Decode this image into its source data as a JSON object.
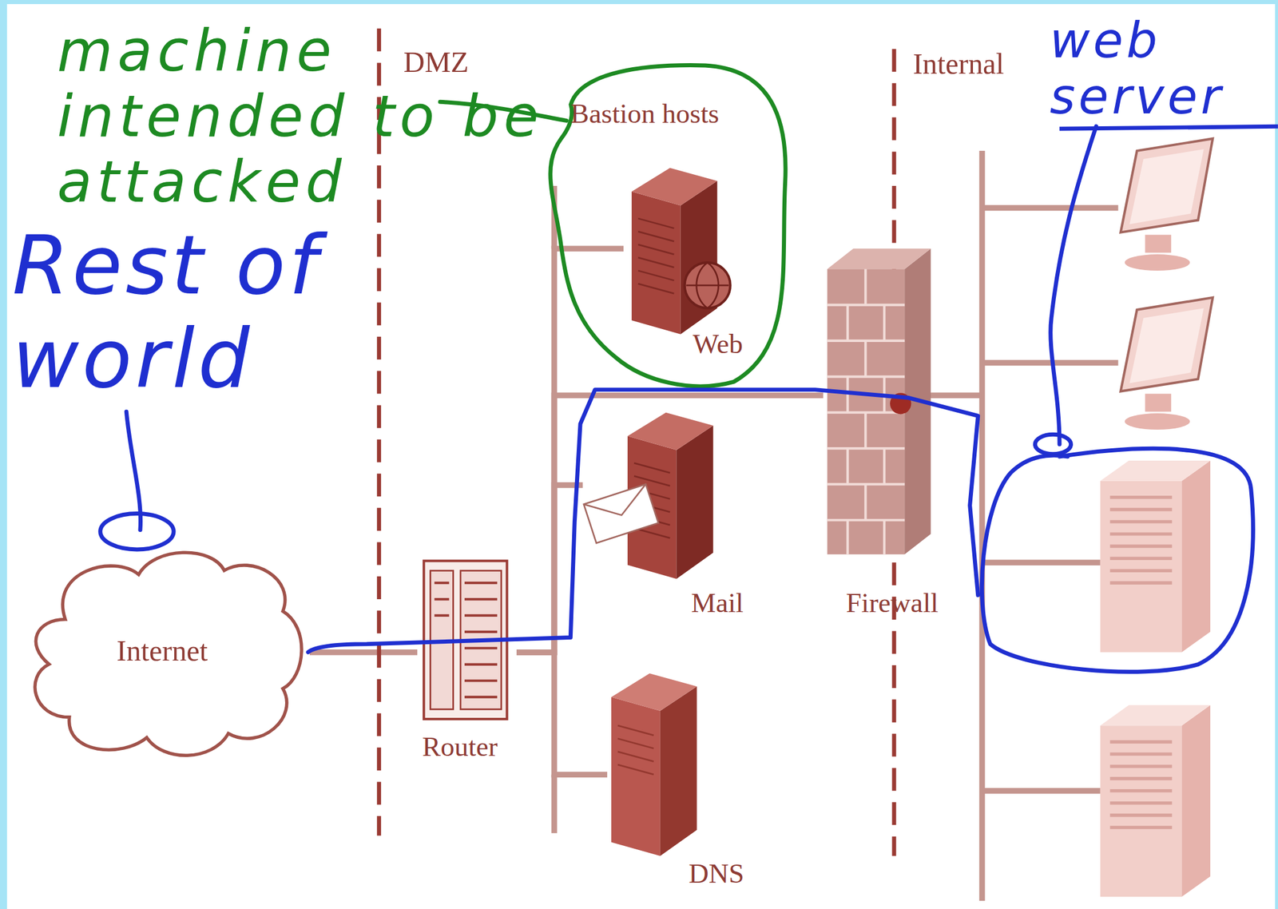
{
  "diagram": {
    "nodes": [
      {
        "text": [
          "Internet"
        ]
      },
      {
        "text": [
          "Router"
        ]
      },
      {
        "text": [
          "Bastion hosts"
        ]
      },
      {
        "text": [
          "Web"
        ],
        "in": 2
      },
      {
        "text": [
          "Mail"
        ]
      },
      {
        "text": [
          "DNS"
        ]
      },
      {
        "text": [
          "Firewall"
        ]
      }
    ],
    "edges": [
      {
        "from": 0,
        "to": 1,
        "arrow": "none"
      },
      {
        "from": 1,
        "to": 3,
        "arrow": "none"
      },
      {
        "from": 1,
        "to": 4,
        "arrow": "none"
      },
      {
        "from": 1,
        "to": 5,
        "arrow": "none"
      },
      {
        "from": 1,
        "to": 6,
        "arrow": "none"
      }
    ],
    "labels": [
      "DMZ",
      "Internal",
      "machine intended to be attacked",
      "Rest of world",
      "web server"
    ]
  }
}
